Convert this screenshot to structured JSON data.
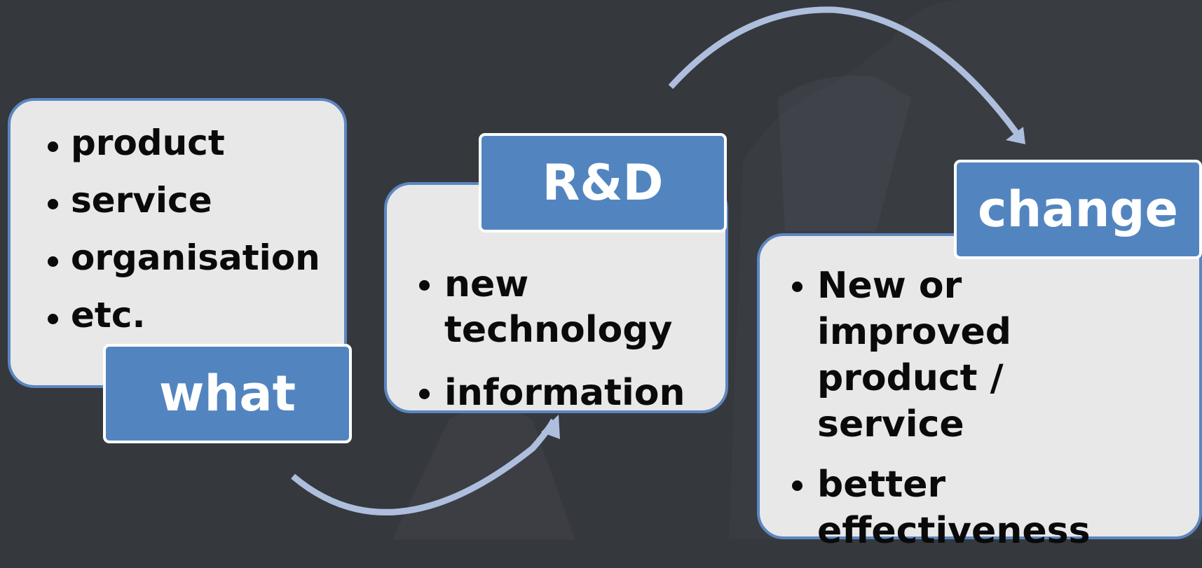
{
  "boxes": [
    {
      "items": [
        "product",
        "service",
        "organisation",
        "etc."
      ],
      "label": "what"
    },
    {
      "items": [
        "new technology",
        "information"
      ],
      "label": "R&D"
    },
    {
      "items": [
        "New or improved product / service",
        "better effectiveness"
      ],
      "label": "change"
    }
  ],
  "colors": {
    "background": "#35383d",
    "card_fill": "#e8e8e8",
    "card_border": "#5b86c0",
    "label_fill": "#5285c0",
    "label_text": "#ffffff",
    "arrow": "#aebedd",
    "text": "#0a0a0a"
  }
}
